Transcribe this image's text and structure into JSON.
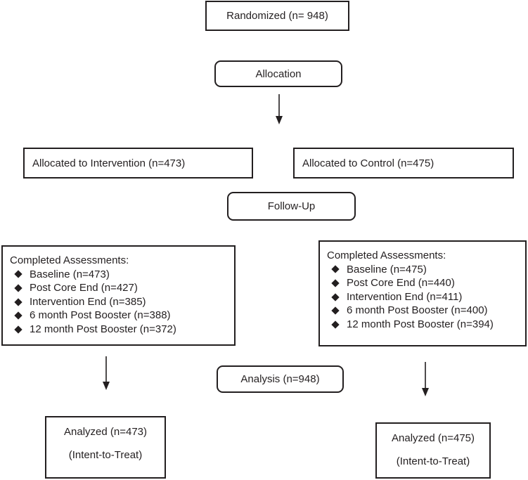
{
  "randomized": "Randomized (n= 948)",
  "allocation": "Allocation",
  "intervention_alloc": "Allocated to Intervention (n=473)",
  "control_alloc": "Allocated to Control (n=475)",
  "followup": "Follow-Up",
  "assessments": {
    "heading": "Completed Assessments:",
    "intervention": [
      "Baseline (n=473)",
      "Post Core End  (n=427)",
      "Intervention End  (n=385)",
      "6 month Post Booster  (n=388)",
      "12 month Post Booster  (n=372)"
    ],
    "control": [
      "Baseline (n=475)",
      "Post Core End  (n=440)",
      "Intervention End  (n=411)",
      "6 month Post Booster  (n=400)",
      "12 month Post Booster  (n=394)"
    ]
  },
  "analysis": "Analysis (n=948)",
  "analyzed_intervention": {
    "count": "Analyzed (n=473)",
    "method": "(Intent-to-Treat)"
  },
  "analyzed_control": {
    "count": "Analyzed (n=475)",
    "method": "(Intent-to-Treat)"
  }
}
